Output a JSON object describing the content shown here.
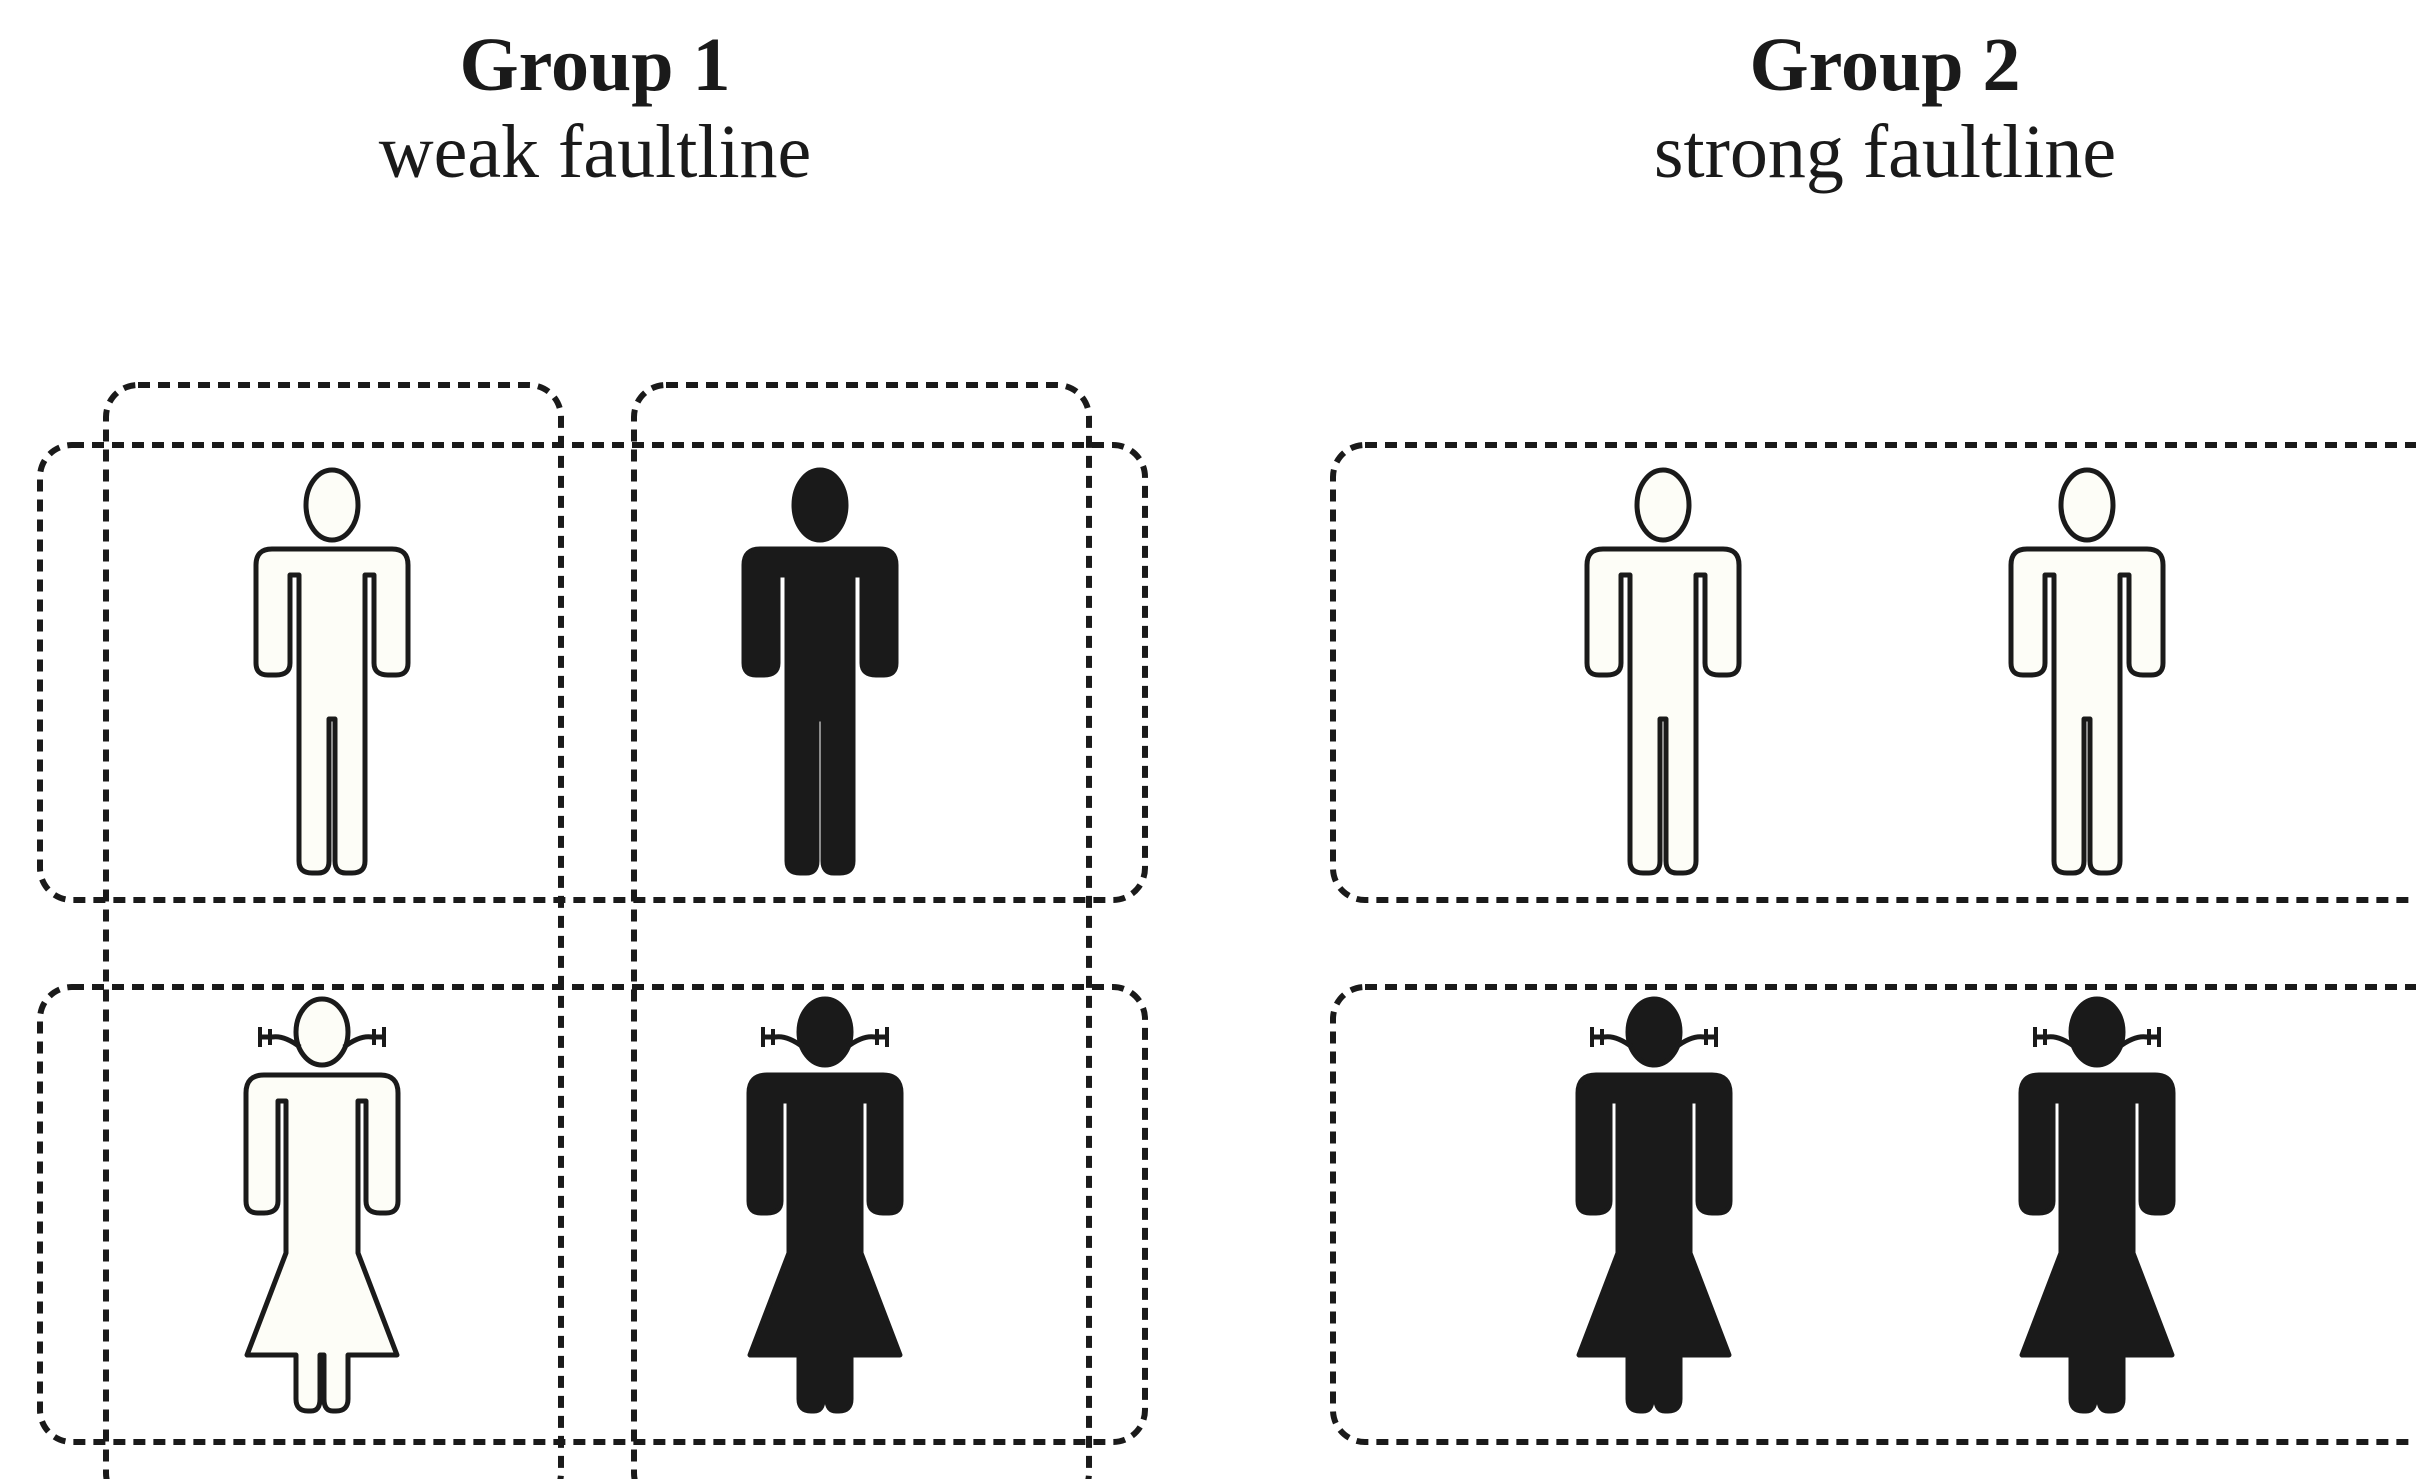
{
  "groups": [
    {
      "title": "Group 1",
      "subtitle": "weak faultline",
      "members": [
        {
          "figure": "man-icon",
          "shade": "light"
        },
        {
          "figure": "man-icon",
          "shade": "dark"
        },
        {
          "figure": "woman-icon",
          "shade": "light"
        },
        {
          "figure": "woman-icon",
          "shade": "dark"
        }
      ]
    },
    {
      "title": "Group 2",
      "subtitle": "strong faultline",
      "members": [
        {
          "figure": "man-icon",
          "shade": "light"
        },
        {
          "figure": "man-icon",
          "shade": "light"
        },
        {
          "figure": "woman-icon",
          "shade": "dark"
        },
        {
          "figure": "woman-icon",
          "shade": "dark"
        }
      ]
    }
  ],
  "colors": {
    "light_fill": "#fdfdf7",
    "dark_fill": "#1a1a1a",
    "outline": "#1a1a1a",
    "background": "#ffffff"
  }
}
